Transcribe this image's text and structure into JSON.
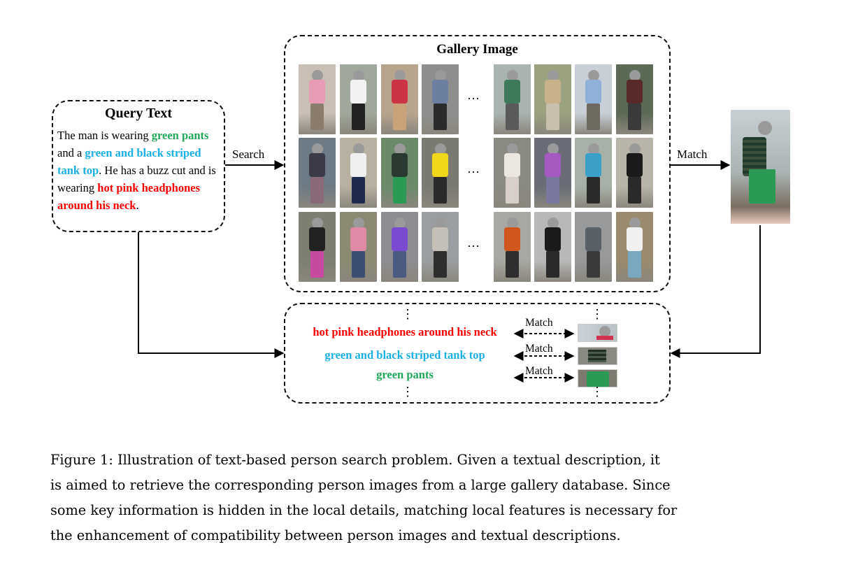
{
  "query": {
    "title": "Query Text",
    "segments": [
      {
        "text": "The man is wearing ",
        "color": "#000000",
        "bold": false
      },
      {
        "text": "green pants",
        "color": "#1fa85a",
        "bold": true
      },
      {
        "text": " and a ",
        "color": "#000000",
        "bold": false
      },
      {
        "text": "green and black striped tank top",
        "color": "#1ab0e6",
        "bold": true
      },
      {
        "text": ". He has a buzz cut and is wearing ",
        "color": "#000000",
        "bold": false
      },
      {
        "text": "hot pink headphones around his neck",
        "color": "#ff0000",
        "bold": true
      },
      {
        "text": ".",
        "color": "#000000",
        "bold": false
      }
    ]
  },
  "gallery": {
    "title": "Gallery Image",
    "ellipsis": "…"
  },
  "labels": {
    "search": "Search",
    "match": "Match"
  },
  "local_matching": {
    "vertical_ellipsis": "⋮",
    "phrases": [
      {
        "text": "hot pink headphones around his neck",
        "color": "#ff0000",
        "match_label": "Match"
      },
      {
        "text": "green and black striped tank top",
        "color": "#1ab0e6",
        "match_label": "Match"
      },
      {
        "text": "green pants",
        "color": "#1fa85a",
        "match_label": "Match"
      }
    ]
  },
  "caption": {
    "lines": [
      "Figure 1: Illustration of text-based person search problem. Given a textual description, it",
      "is aimed to retrieve the corresponding person images from a large gallery database. Since",
      "some key information is hidden in the local details, matching local features is necessary for",
      "the enhancement of compatibility between person images and textual descriptions."
    ]
  },
  "colors": {
    "red_phrase": "#ff0000",
    "blue_phrase": "#1ab0e6",
    "green_phrase": "#1fa85a"
  }
}
